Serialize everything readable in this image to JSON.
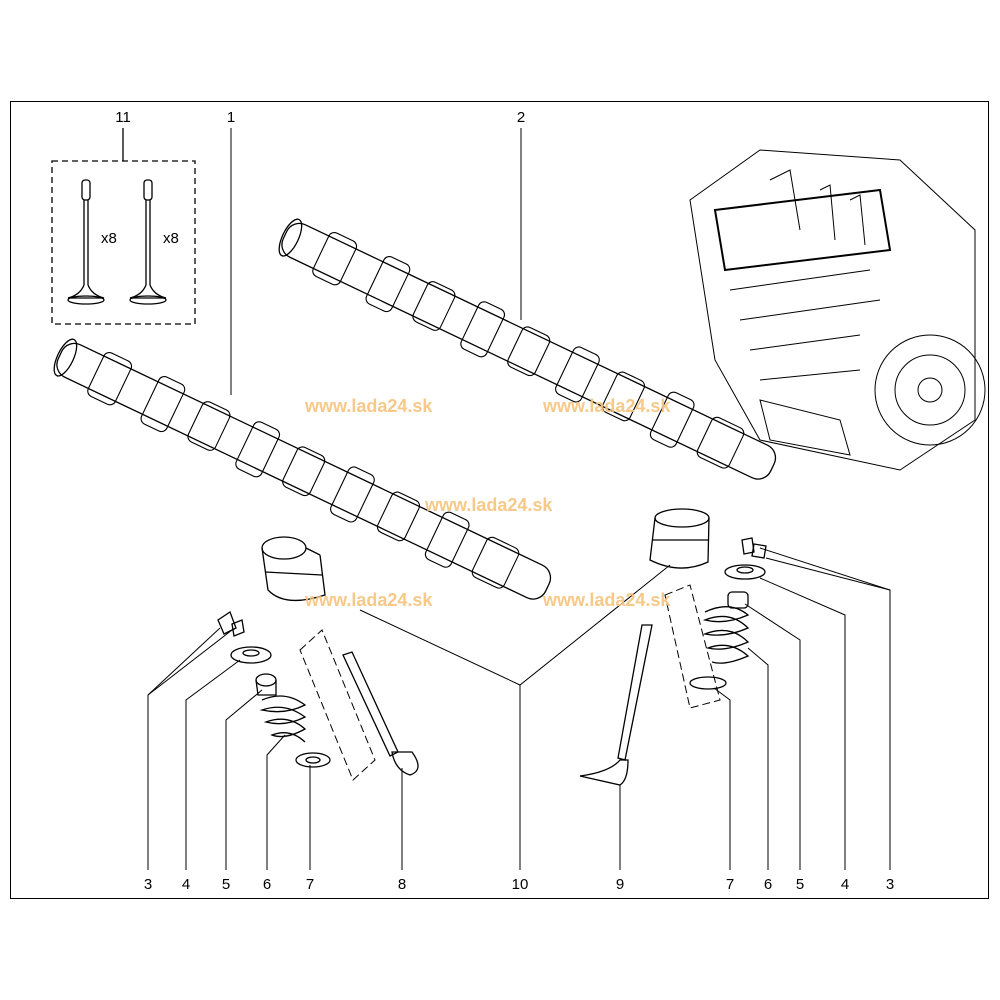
{
  "diagram": {
    "top_labels": [
      "11",
      "1",
      "2"
    ],
    "bottom_labels": [
      "3",
      "4",
      "5",
      "6",
      "7",
      "8",
      "10",
      "9",
      "7",
      "6",
      "5",
      "4",
      "3"
    ],
    "kit_quantities": [
      "x8",
      "x8"
    ],
    "watermarks": [
      "www.lada24.sk",
      "www.lada24.sk",
      "www.lada24.sk",
      "www.lada24.sk"
    ],
    "watermark_color": "#f6c47c"
  }
}
